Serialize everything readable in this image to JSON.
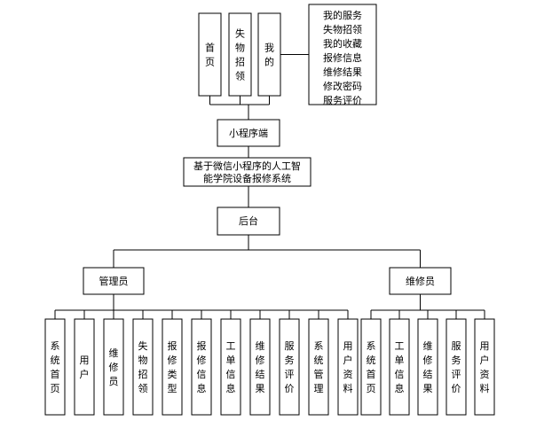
{
  "top_nav": [
    {
      "id": "home",
      "label": "首页"
    },
    {
      "id": "lost",
      "label": "失物招领"
    },
    {
      "id": "mine",
      "label": "我的"
    }
  ],
  "mine_features": [
    "我的服务",
    "失物招领",
    "我的收藏",
    "报修信息",
    "维修结果",
    "修改密码",
    "服务评价"
  ],
  "miniprogram": "小程序端",
  "system": "基于微信小程序的人工智能学院设备报修系统",
  "system_lines": [
    "基于微信小程序的人工智",
    "能学院设备报修系统"
  ],
  "backend": "后台",
  "roles": {
    "admin": {
      "label": "管理员",
      "modules": [
        "系统首页",
        "用户",
        "维修员",
        "失物招领",
        "报修类型",
        "报修信息",
        "工单信息",
        "维修结果",
        "服务评价",
        "系统管理",
        "用户资料"
      ]
    },
    "repairer": {
      "label": "维修员",
      "modules": [
        "系统首页",
        "工单信息",
        "维修结果",
        "服务评价",
        "用户资料"
      ]
    }
  }
}
